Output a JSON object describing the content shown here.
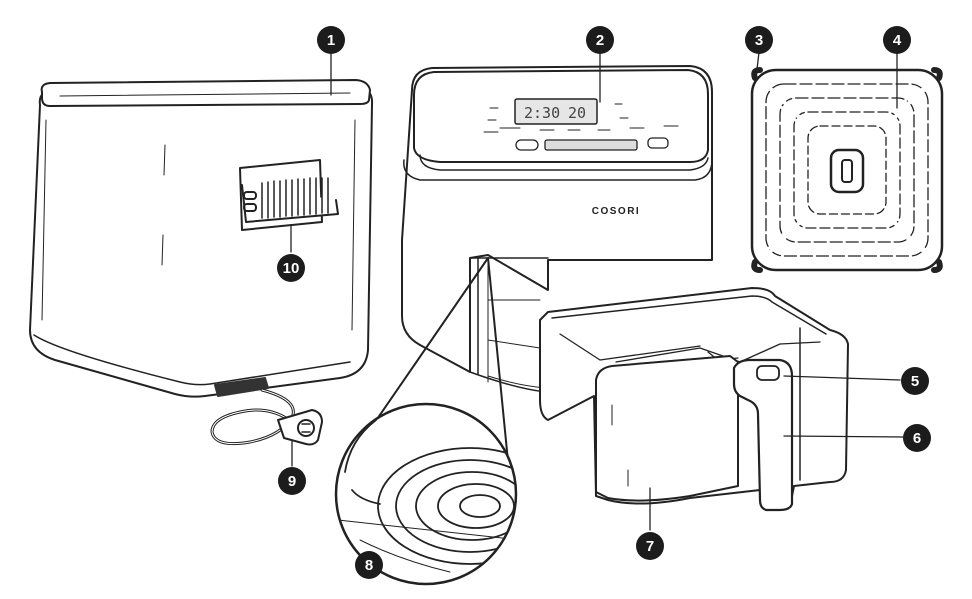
{
  "brand": "COSORI",
  "display": {
    "left_digits": "2:30",
    "right_digits": "20"
  },
  "callouts": [
    "1",
    "2",
    "3",
    "4",
    "5",
    "6",
    "7",
    "8",
    "9",
    "10"
  ],
  "colors": {
    "line": "#222222",
    "fill": "#ffffff",
    "callout_bg": "#1c1c1c",
    "callout_text": "#ffffff",
    "display_bg": "#e6e6e6"
  }
}
